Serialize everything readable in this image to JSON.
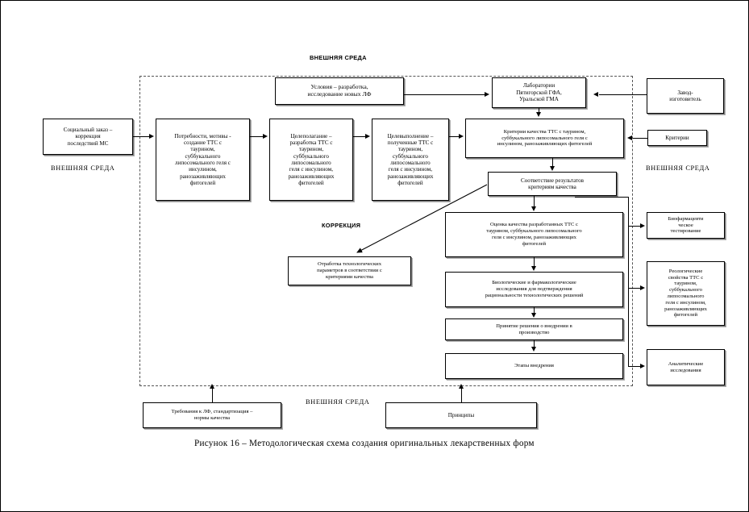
{
  "figure": {
    "caption": "Рисунок 16 – Методологическая схема  создания оригинальных лекарственных форм"
  },
  "labels": {
    "env_top": "ВНЕШНЯЯ СРЕДА",
    "env_left": "ВНЕШНЯЯ СРЕДА",
    "env_right": "ВНЕШНЯЯ СРЕДА",
    "env_bottom": "ВНЕШНЯЯ СРЕДА",
    "correction": "КОРРЕКЦИЯ"
  },
  "boxes": {
    "social_order": "Социальный заказ –\nкоррекция\nпоследствий МС",
    "conditions": "Условия – разработка,\nисследование новых ЛФ",
    "laboratories": "Лаборатории\nПятигорской ГФА,\nУральской ГМА",
    "manufacturer": "Завод-\nизготовитель",
    "needs_motives": "Потребности, мотивы -\nсоздание ТТС с\nтаурином,\nсуббукального\nлипосомального геля с\nинсулином,\nранозаживляющих\nфитогелей",
    "goal_setting": "Целеполагание –\nразработка ТТС с\nтаурином,\nсуббукального\nлипосомального\nгеля с инсулином,\nранозаживляющих\nфитогелей",
    "goal_fulfilment": "Целевыполнение –\nполученные ТТС с\nтаурином,\nсуббукального\nлипосомального\nгеля с инсулином,\nранозаживляющих\nфитогелей",
    "quality_criteria": "Критерии качества ТТС с таурином,\nсуббукального  липосомального геля с\nинсулином, ранозаживляющих фитогелей",
    "criteria": "Критерии",
    "conformity": "Соответствие результатов\nкритериям качества",
    "quality_assessment": "Оценка качества разработанных ТТС с\nтаурином, суббукального липосомального\nгеля с инсулином, ранозаживляющих\nфитогелей",
    "biopharm_testing": "Биофармацевти\nческое\nтестирование",
    "rheological": "Реологические\nсвойства ТТС с\nтаурином,\nсуббукального\nлипосомального\nгеля с инсулином,\nранозаживляющих\nфитогелей",
    "tech_params": "Отработка технологических\nпараметров в соответствии с\nкритериями качества",
    "bio_pharm_research": "Биологические и фармакологические\nисследования для подтверждения\nрациональности технологических решений",
    "decision_production": "Принятие решения о внедрении в\nпроизводство",
    "implementation_stages": "Этапы внедрения",
    "analytical": "Аналитические\nисследования",
    "requirements": "Требования к ЛФ, стандартизация –\nнормы качества",
    "principles": "Принципы"
  },
  "colors": {
    "stroke": "#000000",
    "shadow": "#808080",
    "dashed": "#555555",
    "background": "#ffffff"
  }
}
